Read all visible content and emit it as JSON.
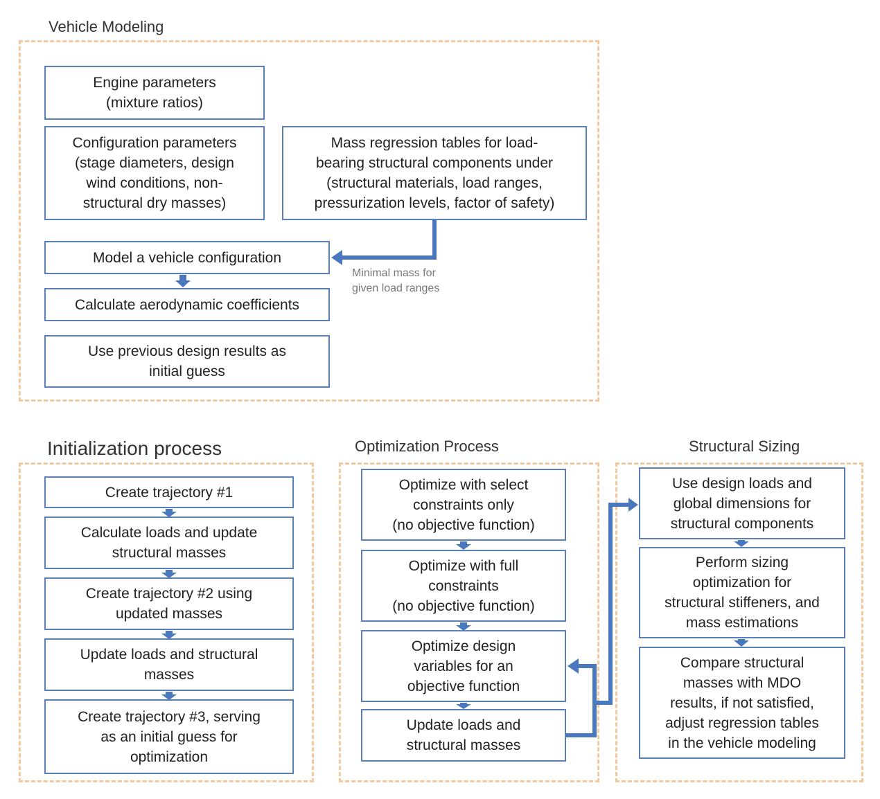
{
  "vehicle_modeling": {
    "title": "Vehicle Modeling",
    "engine": "Engine parameters\n(mixture ratios)",
    "configuration": "Configuration parameters\n(stage diameters, design\nwind conditions, non-\nstructural dry masses)",
    "mass_regression": "Mass regression tables for load-\nbearing structural components under\n(structural materials, load ranges,\npressurization levels, factor of safety)",
    "model": "Model a vehicle configuration",
    "aero": "Calculate aerodynamic coefficients",
    "previous": "Use previous design results as\ninitial guess",
    "minimal_mass_note": "Minimal mass for\ngiven load ranges"
  },
  "initialization": {
    "title": "Initialization process",
    "steps": [
      "Create trajectory #1",
      "Calculate loads and update\nstructural masses",
      "Create trajectory #2 using\nupdated masses",
      "Update loads and structural\nmasses",
      "Create trajectory #3, serving\nas an initial guess for\noptimization"
    ]
  },
  "optimization": {
    "title": "Optimization Process",
    "steps": [
      "Optimize with select\nconstraints only\n(no objective function)",
      "Optimize with full\nconstraints\n(no objective function)",
      "Optimize design\nvariables for an\nobjective function",
      "Update loads and\nstructural masses"
    ]
  },
  "structural_sizing": {
    "title": "Structural Sizing",
    "steps": [
      "Use design loads and\nglobal dimensions for\nstructural components",
      "Perform sizing\noptimization for\nstructural stiffeners, and\nmass estimations",
      "Compare structural\nmasses with MDO\nresults, if not satisfied,\nadjust regression tables\nin the vehicle modeling"
    ]
  },
  "colors": {
    "box_border": "#5b7fb8",
    "arrow": "#4a78be",
    "group_border": "#f3c9a0"
  }
}
